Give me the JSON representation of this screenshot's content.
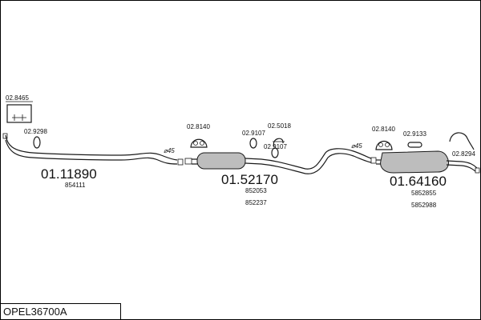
{
  "model_code": "OPEL36700A",
  "sections": [
    {
      "main_number": "01.11890",
      "oe_numbers": [
        "854111"
      ],
      "accessories": [
        "02.8465",
        "02.9298"
      ]
    },
    {
      "main_number": "01.52170",
      "oe_numbers": [
        "852053",
        "852237"
      ],
      "accessories": [
        "02.8140",
        "02.9107",
        "02.5018",
        "02.9107"
      ]
    },
    {
      "main_number": "01.64160",
      "oe_numbers": [
        "5852855",
        "5852988"
      ],
      "accessories": [
        "02.8140",
        "02.9133",
        "02.8294"
      ]
    }
  ],
  "pipe_diameters": [
    "⌀45",
    "⌀45"
  ]
}
